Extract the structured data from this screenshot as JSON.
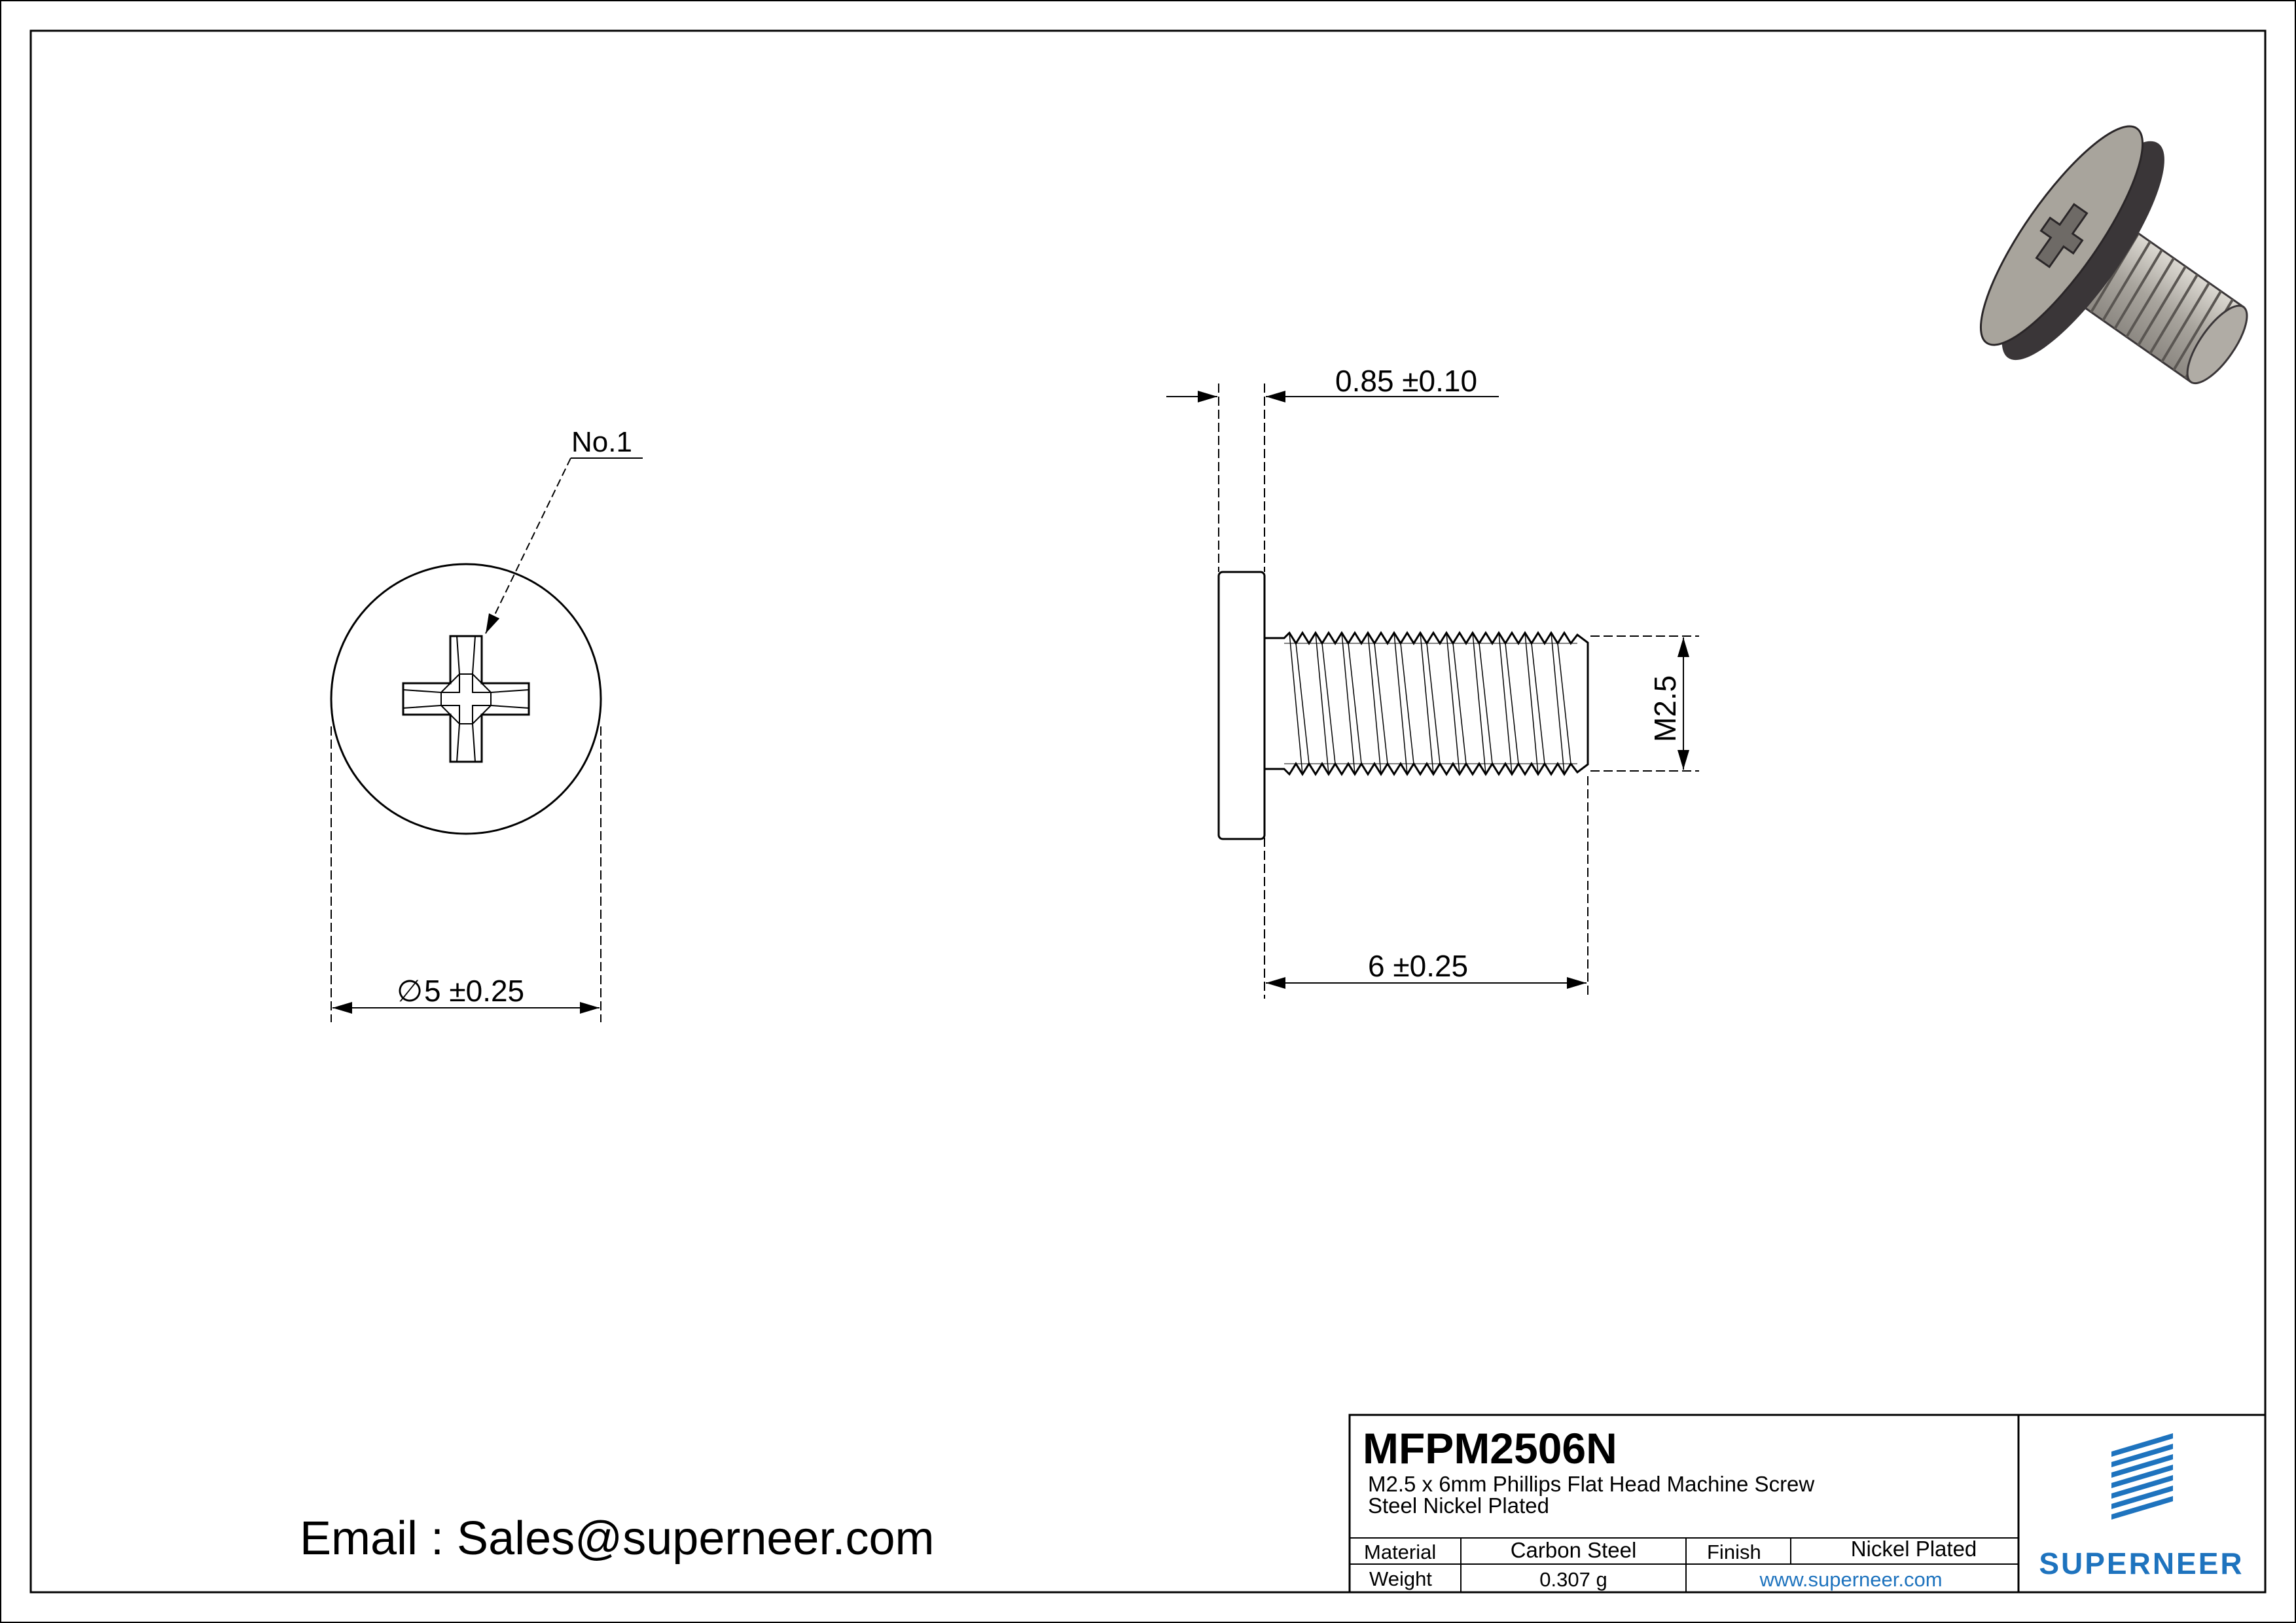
{
  "sheet": {
    "email": "Email : Sales@superneer.com"
  },
  "front_view": {
    "callout": "No.1",
    "diameter_symbol": "∅",
    "diameter_dim": "5 ±0.25"
  },
  "side_view": {
    "head_height_dim": "0.85 ±0.10",
    "thread_dim": "M2.5",
    "length_dim": "6 ±0.25"
  },
  "title_block": {
    "part_number": "MFPM2506N",
    "description_line1": "M2.5 x 6mm Phillips Flat Head Machine Screw",
    "description_line2": "Steel Nickel Plated",
    "material_label": "Material",
    "material_value": "Carbon Steel",
    "finish_label": "Finish",
    "finish_value": "Nickel Plated",
    "weight_label": "Weight",
    "weight_value": "0.307 g",
    "website": "www.superneer.com",
    "brand": "SUPERNEER"
  },
  "colors": {
    "brand_blue": "#1e73be",
    "line": "#000000",
    "part_fill": "#c8c4bb",
    "render_head": "#a8a49c",
    "render_dark": "#3a3638"
  }
}
